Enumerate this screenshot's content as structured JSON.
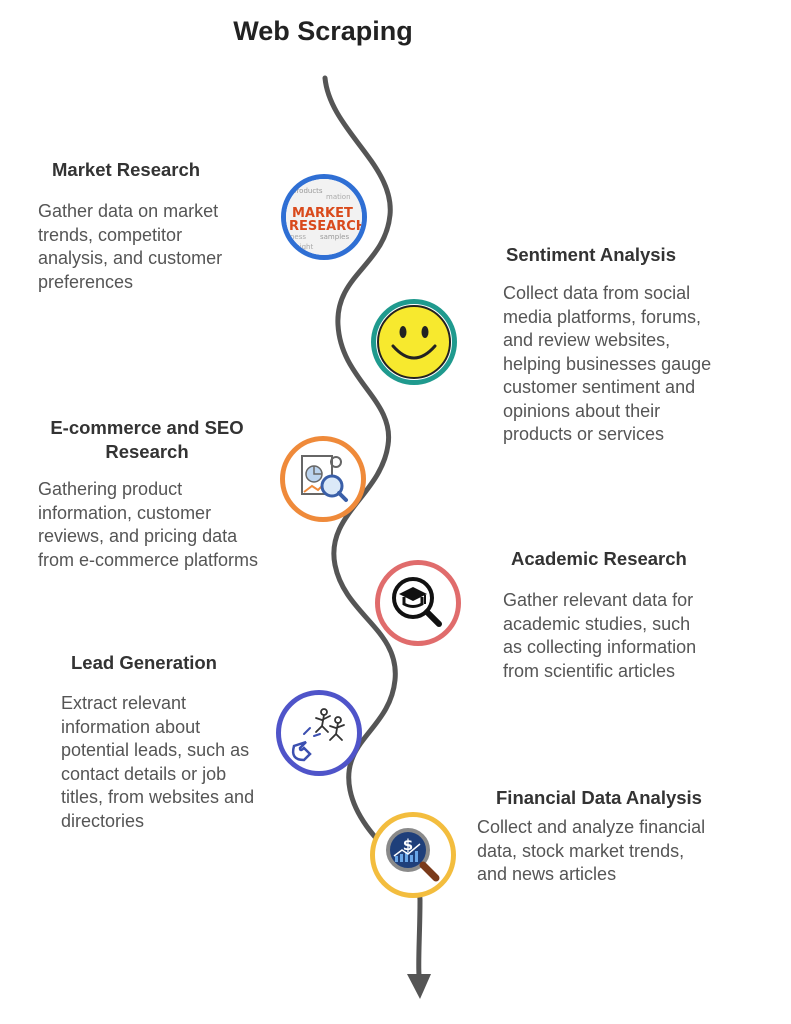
{
  "title": "Web Scraping",
  "colors": {
    "spine": "#555555",
    "market": "#2f6fd4",
    "sentiment": "#1f9a8e",
    "ecommerce": "#ef8a3a",
    "academic": "#e06c6c",
    "lead": "#4f54c9",
    "financial": "#f3bd3e"
  },
  "items": [
    {
      "heading": "Market Research",
      "desc": "Gather data on market\ntrends, competitor\nanalysis, and customer\npreferences",
      "icon": "market-research-icon",
      "icon_text_1": "MARKET",
      "icon_text_2": "RESEARCH"
    },
    {
      "heading": "Sentiment Analysis",
      "desc": "Collect data from social\nmedia platforms, forums,\nand review websites,\nhelping businesses gauge\ncustomer sentiment and\nopinions about their\nproducts or services",
      "icon": "smiley-face-icon"
    },
    {
      "heading": "E-commerce and SEO\nResearch",
      "desc": "Gathering product\ninformation, customer\nreviews, and pricing data\nfrom e-commerce platforms",
      "icon": "seo-analytics-icon"
    },
    {
      "heading": "Academic Research",
      "desc": "Gather relevant data for\nacademic studies, such\nas collecting information\nfrom scientific articles",
      "icon": "graduation-cap-magnifier-icon"
    },
    {
      "heading": "Lead Generation",
      "desc": "Extract relevant\ninformation about\npotential leads, such as\ncontact details or job\ntitles, from websites and\ndirectories",
      "icon": "magnet-people-icon"
    },
    {
      "heading": "Financial Data Analysis",
      "desc": "Collect and analyze financial\ndata, stock market trends,\nand news articles",
      "icon": "dollar-magnifier-icon"
    }
  ]
}
